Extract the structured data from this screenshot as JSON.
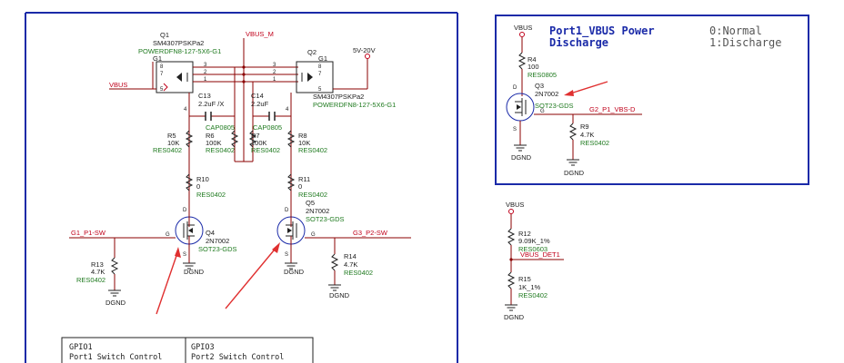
{
  "nets": {
    "vbus_m": "VBUS_M",
    "v5_20": "5V-20V",
    "vbus": "VBUS",
    "g1": "G1_P1-SW",
    "g3": "G3_P2-SW",
    "g2": "G2_P1_VBS-D",
    "vbus_det": "VBUS_DET1",
    "dgnd": "DGND"
  },
  "q1": {
    "ref": "Q1",
    "part": "SM4307PSKPa2",
    "pkg": "POWERDFN8-127-5X6-G1",
    "gate": "G1"
  },
  "q2": {
    "ref": "Q2",
    "part": "SM4307PSKPa2",
    "pkg": "POWERDFN8-127-5X6-G1",
    "gate": "G1"
  },
  "q3": {
    "ref": "Q3",
    "part": "2N7002",
    "pkg": "SOT23-GDS"
  },
  "q4": {
    "ref": "Q4",
    "part": "2N7002",
    "pkg": "SOT23-GDS"
  },
  "q5": {
    "ref": "Q5",
    "part": "2N7002",
    "pkg": "SOT23-GDS"
  },
  "c13": {
    "ref": "C13",
    "val": "2.2uF /X",
    "pkg": "CAP0805"
  },
  "c14": {
    "ref": "C14",
    "val": "2.2uF",
    "pkg": "CAP0805"
  },
  "r4": {
    "ref": "R4",
    "val": "100",
    "pkg": "RES0805"
  },
  "r5": {
    "ref": "R5",
    "val": "10K",
    "pkg": "RES0402"
  },
  "r6": {
    "ref": "R6",
    "val": "100K",
    "pkg": "RES0402"
  },
  "r7": {
    "ref": "R7",
    "val": "100K",
    "pkg": "RES0402"
  },
  "r8": {
    "ref": "R8",
    "val": "10K",
    "pkg": "RES0402"
  },
  "r9": {
    "ref": "R9",
    "val": "4.7K",
    "pkg": "RES0402"
  },
  "r10": {
    "ref": "R10",
    "val": "0",
    "pkg": "RES0402"
  },
  "r11": {
    "ref": "R11",
    "val": "0",
    "pkg": "RES0402"
  },
  "r12": {
    "ref": "R12",
    "val": "9.09K_1%",
    "pkg": "RES0603"
  },
  "r13": {
    "ref": "R13",
    "val": "4.7K",
    "pkg": "RES0402"
  },
  "r14": {
    "ref": "R14",
    "val": "4.7K",
    "pkg": "RES0402"
  },
  "r15": {
    "ref": "R15",
    "val": "1K_1%",
    "pkg": "RES0402"
  },
  "pins": {
    "p1": "1",
    "p2": "2",
    "p3": "3",
    "p4": "4",
    "p5": "5",
    "p7": "7",
    "p8": "8",
    "d": "D",
    "s": "S",
    "g": "G"
  },
  "discharge_box": {
    "title_line1": "Port1_VBUS  Power",
    "title_line2": "Discharge",
    "legend_line1": "0:Normal",
    "legend_line2": "1:Discharge"
  },
  "gpio_table": {
    "col1_line1": "GPIO1",
    "col1_line2": "Port1  Switch  Control",
    "col2_line1": "GPIO3",
    "col2_line2": "Port2  Switch  Control"
  },
  "colors": {
    "wire": "#8b0000",
    "box": "#1a2aa8",
    "arrow": "#e03030"
  }
}
